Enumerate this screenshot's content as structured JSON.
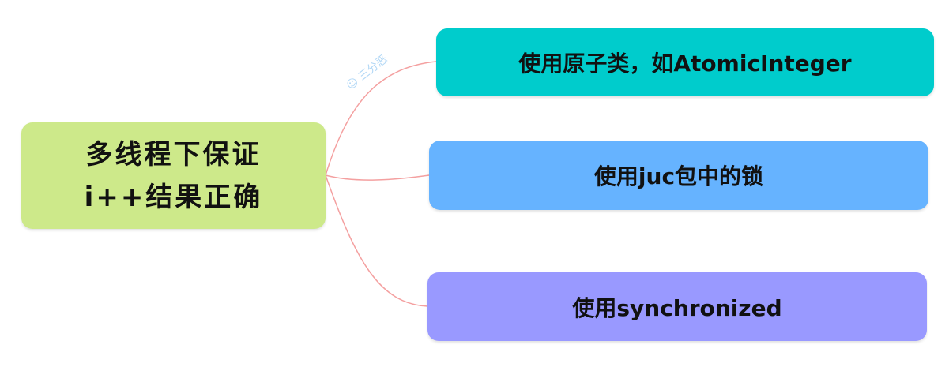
{
  "root": {
    "line1": "多线程下保证",
    "line2": "i++结果正确"
  },
  "children": [
    {
      "label": "使用原子类，如AtomicInteger",
      "color": "#00cccc"
    },
    {
      "label": "使用juc包中的锁",
      "color": "#66b3ff"
    },
    {
      "label": "使用synchronized",
      "color": "#9999ff"
    }
  ],
  "watermark": "三分恶",
  "connector_color": "#f4a0a0"
}
